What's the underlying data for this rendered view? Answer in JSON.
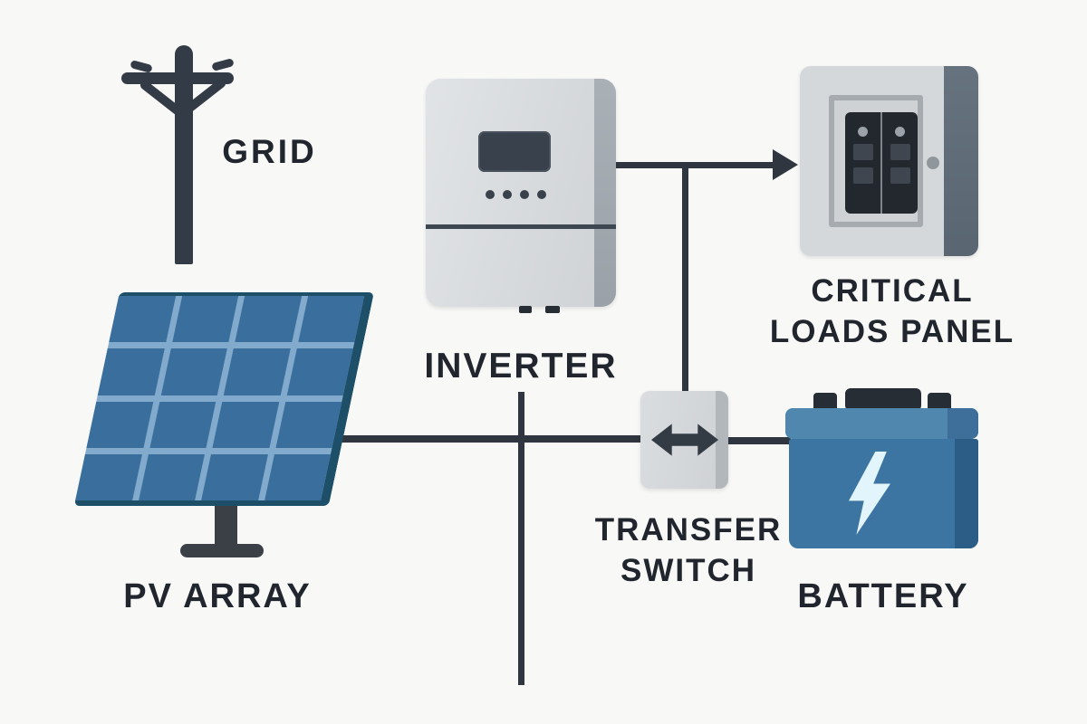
{
  "colors": {
    "background": "#f8f8f6",
    "line": "#2f3640",
    "ink": "#20252e",
    "pole": "#333b46",
    "panel_blue": "#3a6e9d",
    "panel_grid": "#82aacd",
    "panel_edge": "#1d4f68",
    "stand": "#3a4046",
    "box_fill": "#d7dadd",
    "inverter_side": "#a6adb3",
    "loads_side": "#5e6b77",
    "switch_side": "#b2b7bb",
    "display": "#39424c",
    "breaker_dark": "#23282e",
    "breaker_frame": "#a6abb0",
    "knob": "#8f969c",
    "battery_blue": "#3c74a2",
    "battery_lid": "#4f87af",
    "battery_side": "#2c5d86",
    "terminal": "#272d35",
    "bolt": "#e2f4fc"
  },
  "nodes": {
    "grid": {
      "label": "GRID",
      "icon": "utility-pole-icon"
    },
    "pv_array": {
      "label": "PV ARRAY",
      "icon": "solar-panel-icon"
    },
    "inverter": {
      "label": "INVERTER",
      "icon": "inverter-box-icon"
    },
    "critical_loads": {
      "label_line1": "CRITICAL",
      "label_line2": "LOADS PANEL",
      "icon": "breaker-panel-icon"
    },
    "transfer_switch": {
      "label_line1": "TRANSFER",
      "label_line2": "SWITCH",
      "icon": "double-arrow-icon"
    },
    "battery": {
      "label": "BATTERY",
      "icon": "battery-icon"
    }
  },
  "connections": [
    {
      "from": "inverter",
      "to": "critical_loads",
      "style": "arrow"
    },
    {
      "from": "inverter_critical_loads_wire",
      "to": "transfer_switch",
      "style": "line"
    },
    {
      "from": "pv_array",
      "to": "transfer_switch",
      "style": "line"
    },
    {
      "from": "transfer_switch",
      "to": "battery",
      "style": "line"
    },
    {
      "from": "inverter",
      "to": "open-end-bottom",
      "style": "line"
    }
  ]
}
